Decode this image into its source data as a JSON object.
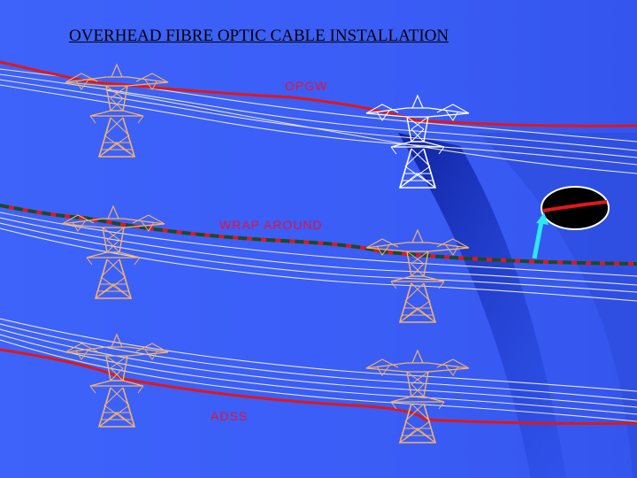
{
  "title": "OVERHEAD FIBRE OPTIC CABLE INSTALLATION",
  "labels": {
    "opgw": "OPGW",
    "wrap_around": "WRAP AROUND",
    "adss": "ADSS"
  },
  "colors": {
    "background": "#3a5ef8",
    "label_text": "#e8103a",
    "tower": "#f4b26a",
    "tower_highlight": "#ffffff",
    "conductor": "#e8e4c8",
    "fibre_cable": "#e01818",
    "wrap_tape": "#1a4a2a",
    "detail_bubble": "#000000",
    "pointer_arrow": "#2ee8f0"
  },
  "icons": [
    "transmission-tower-icon",
    "cable-cross-section-icon",
    "pointer-arrow-icon"
  ]
}
